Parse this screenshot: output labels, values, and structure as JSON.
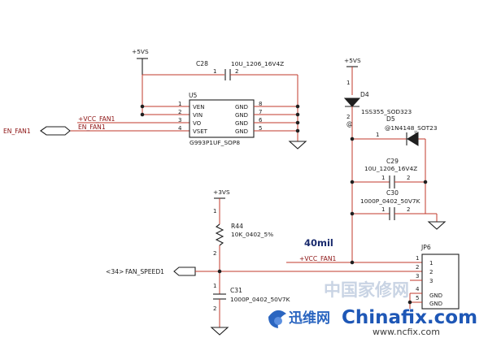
{
  "power": {
    "u5_rail": "+5VS",
    "diode_rail": "+5VS",
    "r44_rail": "+3VS"
  },
  "u5": {
    "ref": "U5",
    "part": "G993P1UF_SOP8",
    "pins_left": [
      {
        "num": "1",
        "name": "VEN"
      },
      {
        "num": "2",
        "name": "VIN"
      },
      {
        "num": "3",
        "name": "VO"
      },
      {
        "num": "4",
        "name": "VSET"
      }
    ],
    "pins_right": [
      {
        "num": "8",
        "name": "GND"
      },
      {
        "num": "7",
        "name": "GND"
      },
      {
        "num": "6",
        "name": "GND"
      },
      {
        "num": "5",
        "name": "GND"
      }
    ]
  },
  "c28": {
    "ref": "C28",
    "value": "10U_1206_16V4Z",
    "pin1": "1",
    "pin2": "2"
  },
  "nets": {
    "vcc_fan1_u5": "+VCC_FAN1",
    "en_fan1_u5": "EN_FAN1",
    "en_fan1_port": "EN_FAN1",
    "vcc_fan1_jp": "+VCC_FAN1",
    "fan_speed1": "FAN_SPEED1",
    "page_ref": "<34>"
  },
  "d4": {
    "ref": "D4",
    "value": "1SS355_SOD323",
    "pin1": "1",
    "pin2": "2",
    "at": "@"
  },
  "d5": {
    "ref": "D5",
    "value": "@1N4148_SOT23",
    "pin1": "1",
    "pin2": "2"
  },
  "c29": {
    "ref": "C29",
    "value": "10U_1206_16V4Z",
    "pin1": "1",
    "pin2": "2"
  },
  "c30": {
    "ref": "C30",
    "value": "1000P_0402_50V7K",
    "pin1": "1",
    "pin2": "2"
  },
  "r44": {
    "ref": "R44",
    "value": "10K_0402_5%",
    "pin1": "1",
    "pin2": "2"
  },
  "c31": {
    "ref": "C31",
    "value": "1000P_0402_50V7K",
    "pin1": "1",
    "pin2": "2"
  },
  "trace_width": "40mil",
  "jp6": {
    "ref": "JP6",
    "pins": [
      "1",
      "2",
      "3",
      "4",
      "5"
    ],
    "gnd1": "GND",
    "gnd2": "GND"
  },
  "watermark": {
    "cn": "中国家修网",
    "brand_cn": "迅维网",
    "brand": "Chinafix.com",
    "url": "www.ncfix.com"
  },
  "colors": {
    "wire": "#c0392b",
    "body": "#1f1f1f",
    "trace_label": "#1a2b6e"
  }
}
